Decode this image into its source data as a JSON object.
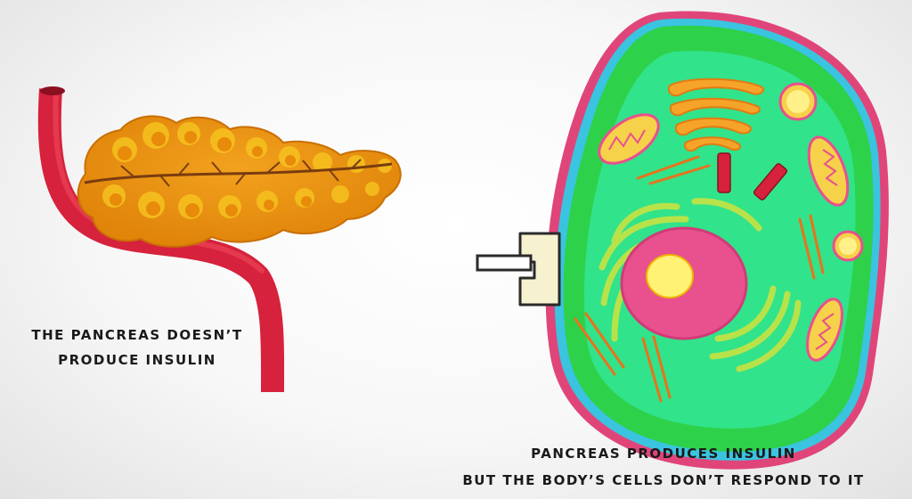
{
  "left_panel": {
    "caption_lines": [
      "THE PANCREAS DOESN’T",
      "PRODUCE INSULIN"
    ]
  },
  "right_panel": {
    "caption_lines": [
      "PANCREAS PRODUCES INSULIN",
      "BUT THE BODY’S CELLS DON’T RESPOND TO IT"
    ]
  },
  "colors": {
    "blood_vessel": "#d6223c",
    "pancreas": "#e8910c",
    "pancreas_highlight": "#f6c21f",
    "cell_membrane": "#e0457a",
    "cell_cytoplasm": "#2ed14a",
    "cell_inner": "#31e38a",
    "nucleus": "#e8508e",
    "nucleolus": "#fff275",
    "receptor": "#f6f1cf"
  },
  "icons": [
    "blood-vessel-illustration",
    "pancreas-illustration",
    "cell-illustration",
    "insulin-receptor-icon"
  ]
}
